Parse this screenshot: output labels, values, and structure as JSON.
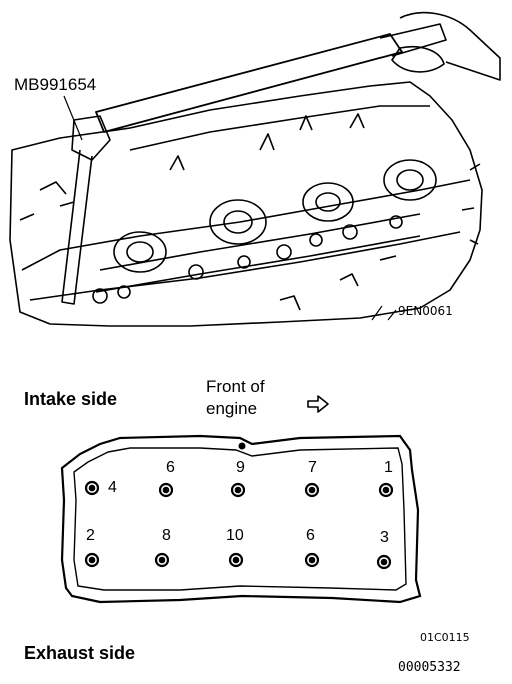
{
  "figure_top": {
    "tool_label": "MB991654",
    "figure_code": "9EN0061"
  },
  "figure_bottom": {
    "intake_label": "Intake side",
    "front_label_line1": "Front of",
    "front_label_line2": "engine",
    "exhaust_label": "Exhaust side",
    "figure_code": "01C0115",
    "document_code": "00005332"
  },
  "bolts": {
    "top_row": [
      "4",
      "6",
      "9",
      "7",
      "1"
    ],
    "bottom_row": [
      "2",
      "8",
      "10",
      "6",
      "3"
    ]
  },
  "icons": {
    "direction": "right-arrow-icon"
  }
}
